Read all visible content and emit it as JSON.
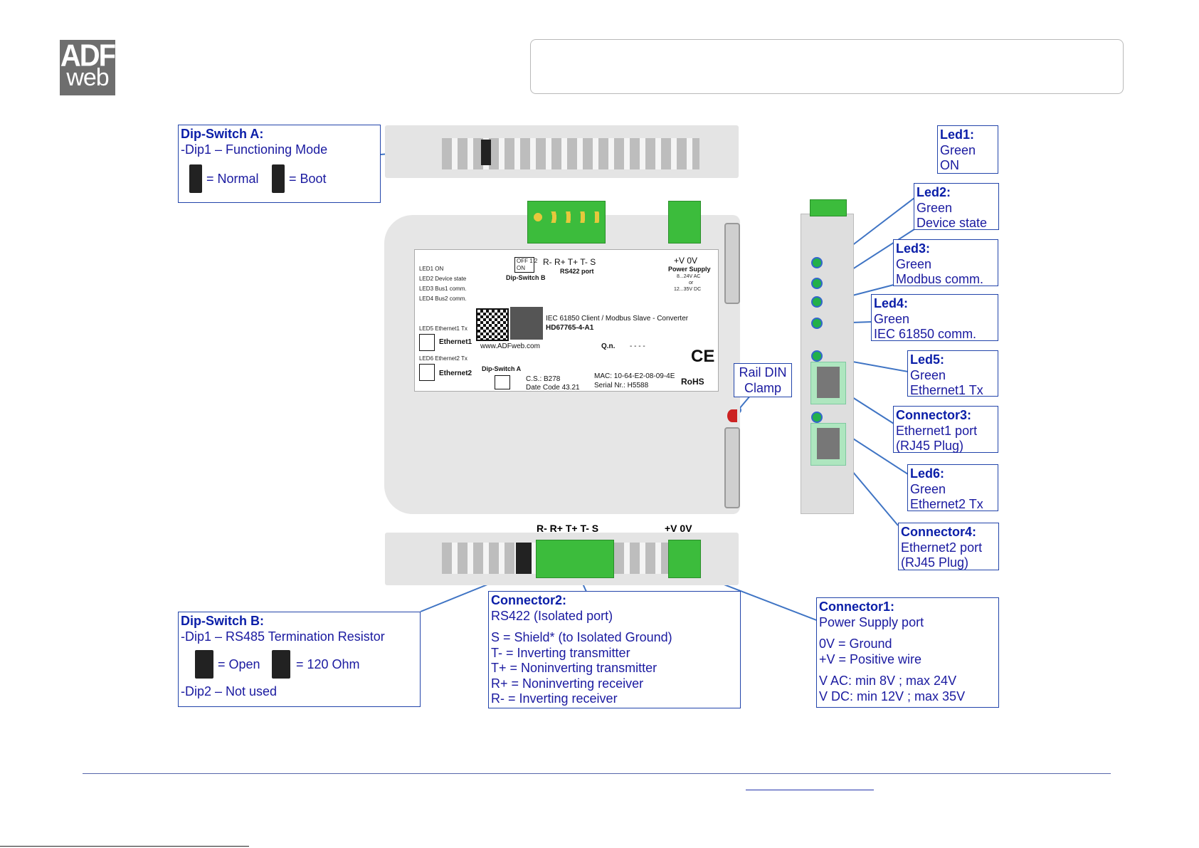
{
  "logo": {
    "line1": "ADF",
    "line2": "web"
  },
  "header": {
    "title": ""
  },
  "dip_switch_a": {
    "title": "Dip-Switch A:",
    "line1": "-Dip1 – Functioning Mode",
    "normal": "= Normal",
    "boot": "= Boot"
  },
  "dip_switch_b": {
    "title": "Dip-Switch B:",
    "line1": "-Dip1 – RS485 Termination Resistor",
    "open": "= Open",
    "ohm": "= 120 Ohm",
    "line2": "-Dip2 – Not used"
  },
  "connector2": {
    "title": "Connector2:",
    "subtitle": "RS422 (Isolated port)",
    "lines": [
      "S = Shield* (to Isolated Ground)",
      "T- = Inverting transmitter",
      "T+ = Noninverting transmitter",
      "R+ = Noninverting receiver",
      "R- = Inverting receiver"
    ]
  },
  "connector1": {
    "title": "Connector1:",
    "subtitle": "Power Supply port",
    "lines1": [
      "0V = Ground",
      "+V = Positive wire"
    ],
    "lines2": [
      "V AC: min 8V ; max 24V",
      "V DC: min 12V ; max 35V"
    ]
  },
  "rail_din": {
    "line1": "Rail DIN",
    "line2": "Clamp"
  },
  "leds": [
    {
      "title": "Led1:",
      "l1": "Green",
      "l2": "ON"
    },
    {
      "title": "Led2:",
      "l1": "Green",
      "l2": "Device state"
    },
    {
      "title": "Led3:",
      "l1": "Green",
      "l2": "Modbus comm."
    },
    {
      "title": "Led4:",
      "l1": "Green",
      "l2": "IEC 61850 comm."
    },
    {
      "title": "Led5:",
      "l1": "Green",
      "l2": "Ethernet1 Tx"
    },
    {
      "title": "Led6:",
      "l1": "Green",
      "l2": "Ethernet2 Tx"
    }
  ],
  "connector3": {
    "title": "Connector3:",
    "l1": "Ethernet1 port",
    "l2": "(RJ45 Plug)"
  },
  "connector4": {
    "title": "Connector4:",
    "l1": "Ethernet2 port",
    "l2": "(RJ45 Plug)"
  },
  "pins": {
    "rs422": "R- R+ T+ T- S",
    "power": "+V 0V"
  },
  "device_label": {
    "led1": "LED1 ON",
    "led2": "LED2 Device state",
    "led3": "LED3 Bus1 comm.",
    "led4": "LED4 Bus2 comm.",
    "led5": "LED5 Ethernet1 Tx",
    "eth1": "Ethernet1",
    "led6": "LED6 Ethernet2 Tx",
    "eth2": "Ethernet2",
    "dipb_pins": "OFF 1 2",
    "dipb_on": "ON",
    "dipb_label": "Dip-Switch B",
    "rs422_pins": "R-  R+  T+  T-  S",
    "rs422_label": "RS422 port",
    "power_pins": "+V   0V",
    "power_label": "Power Supply",
    "power_ac": "8...24V AC",
    "power_or": "or",
    "power_dc": "12...35V DC",
    "product": "IEC 61850 Client / Modbus Slave - Converter",
    "code": "HD67765-4-A1",
    "website": "www.ADFweb.com",
    "qn": "Q.n.",
    "qn_value": "- - - -",
    "dipa_label": "Dip-Switch A",
    "cs": "C.S.: B278",
    "date_code": "Date Code 43.21",
    "mac": "MAC: 10-64-E2-08-09-4E",
    "serial": "Serial Nr.: H5588",
    "ce": "CE",
    "rohs": "RoHS"
  },
  "colors": {
    "border": "#2244aa",
    "title": "#0a1ea8",
    "text": "#1a1aa0",
    "green": "#3cbc3c"
  }
}
